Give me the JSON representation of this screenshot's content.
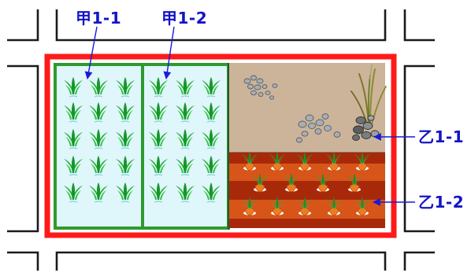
{
  "labels": {
    "plot_a1": "甲1-1",
    "plot_a2": "甲1-2",
    "plot_b1": "乙1-1",
    "plot_b2": "乙1-2"
  },
  "colors": {
    "label_text": "#1414c8",
    "arrow": "#1a1ad8",
    "outer_border": "#ff1a1a",
    "paddy_border": "#2e9a2e",
    "paddy_fill": "#dff6fb",
    "rice_plant": "#1fae2e",
    "soil": "#ccb49a",
    "field_dark": "#a8290a",
    "field_light": "#d8551a",
    "carrot": "#f07a1e",
    "street_line": "#1a1a1a"
  },
  "icons": {
    "rice": "rice-seedling-icon",
    "carrot": "carrot-icon",
    "rocks": "rock-pile-icon",
    "reed": "reed-grass-icon"
  }
}
